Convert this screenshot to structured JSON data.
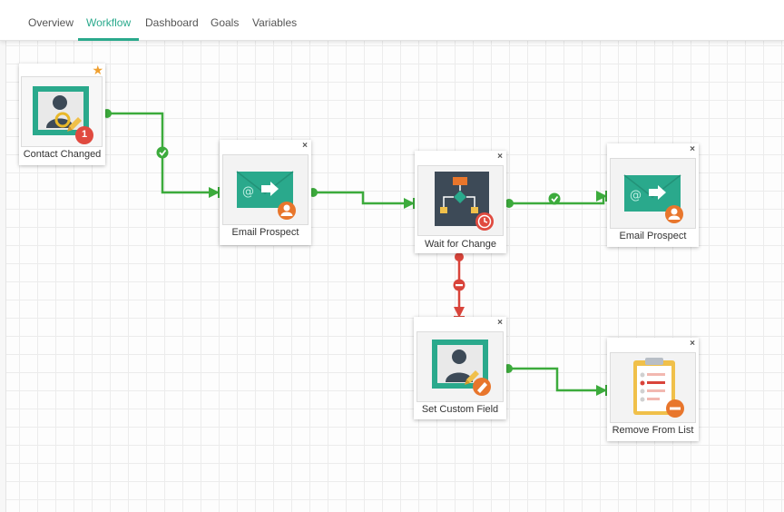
{
  "tabs": [
    {
      "label": "Overview",
      "active": false
    },
    {
      "label": "Workflow",
      "active": true
    },
    {
      "label": "Dashboard",
      "active": false
    },
    {
      "label": "Goals",
      "active": false
    },
    {
      "label": "Variables",
      "active": false
    }
  ],
  "nodes": {
    "contact_changed": {
      "label": "Contact Changed",
      "badge": "1",
      "icon": "contact-edit-icon",
      "starred": true
    },
    "email_prospect_1": {
      "label": "Email Prospect",
      "icon": "email-send-icon",
      "close": "×"
    },
    "wait_for_change": {
      "label": "Wait for Change",
      "icon": "flowchart-icon",
      "close": "×"
    },
    "email_prospect_2": {
      "label": "Email Prospect",
      "icon": "email-send-icon",
      "close": "×"
    },
    "set_custom_field": {
      "label": "Set Custom Field",
      "icon": "contact-edit-icon",
      "close": "×"
    },
    "remove_from_list": {
      "label": "Remove From List",
      "icon": "clipboard-remove-icon",
      "close": "×"
    }
  },
  "colors": {
    "accent": "#2aa98c",
    "yes_connector": "#3cab3c",
    "no_connector": "#d9443b",
    "badge": "#e04a3f",
    "star": "#f0a030"
  }
}
